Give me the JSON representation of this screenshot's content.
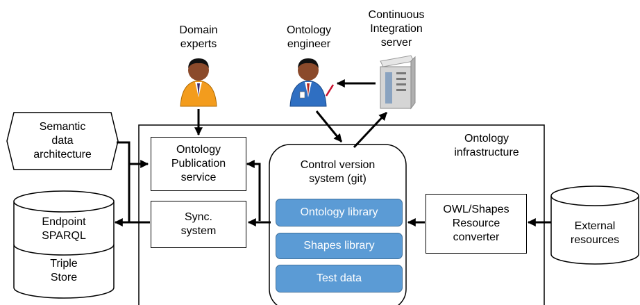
{
  "actors": {
    "domain_experts": "Domain\nexperts",
    "ontology_engineer": "Ontology\nengineer",
    "ci_server": "Continuous\nIntegration\nserver"
  },
  "infrastructure_label": "Ontology\ninfrastructure",
  "semantic_data_architecture": "Semantic\ndata\narchitecture",
  "publication_service": "Ontology\nPublication\nservice",
  "sync_system": "Sync.\nsystem",
  "control_version": {
    "title": "Control version\nsystem (git)",
    "items": [
      "Ontology library",
      "Shapes library",
      "Test data"
    ]
  },
  "converter": "OWL/Shapes\nResource\nconverter",
  "external_resources": "External\nresources",
  "triple_store": {
    "endpoint": "Endpoint\nSPARQL",
    "store": "Triple\nStore"
  },
  "colors": {
    "library_fill": "#5b9bd5",
    "library_border": "#41719c"
  }
}
